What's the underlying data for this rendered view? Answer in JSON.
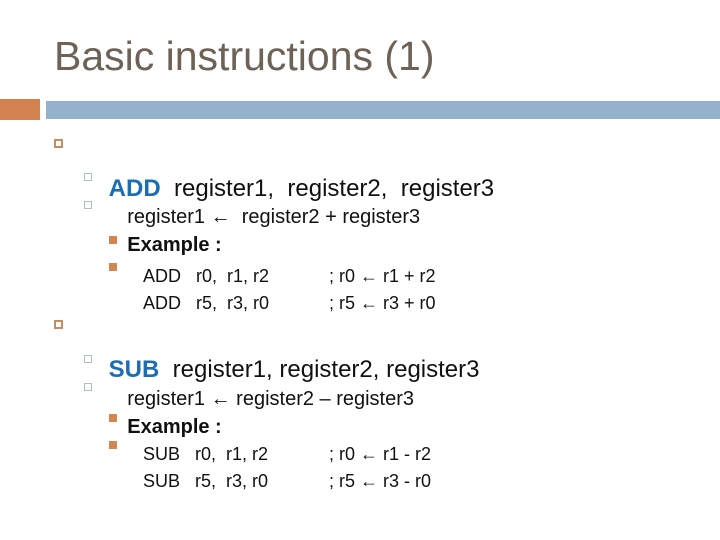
{
  "slide": {
    "title": "Basic instructions (1)",
    "colors": {
      "title_text": "#6e6156",
      "keyword_blue": "#1c6eb4",
      "divider_orange": "#d3824f",
      "divider_blue": "#94b2ce",
      "bullet_level1_border": "#c98c5e",
      "bullet_level2_border": "#b0bfc7",
      "bullet_level3_fill": "#d6854f"
    },
    "sections": [
      {
        "keyword": "ADD",
        "syntax_args": "  register1,  register2,  register3",
        "definition": "register1 ←  register2 + register3",
        "example_label": "Example :",
        "examples": [
          {
            "code": "ADD   r0,  r1, r2",
            "comment": "; r0 ← r1 + r2"
          },
          {
            "code": "ADD   r5,  r3, r0",
            "comment": "; r5 ← r3 + r0"
          }
        ]
      },
      {
        "keyword": "SUB",
        "syntax_args": "  register1, register2, register3",
        "definition": "register1 ← register2 – register3",
        "example_label": "Example :",
        "examples": [
          {
            "code": "SUB   r0,  r1, r2",
            "comment": "; r0 ← r1 - r2"
          },
          {
            "code": "SUB   r5,  r3, r0",
            "comment": "; r5 ← r3 - r0"
          }
        ]
      }
    ]
  }
}
